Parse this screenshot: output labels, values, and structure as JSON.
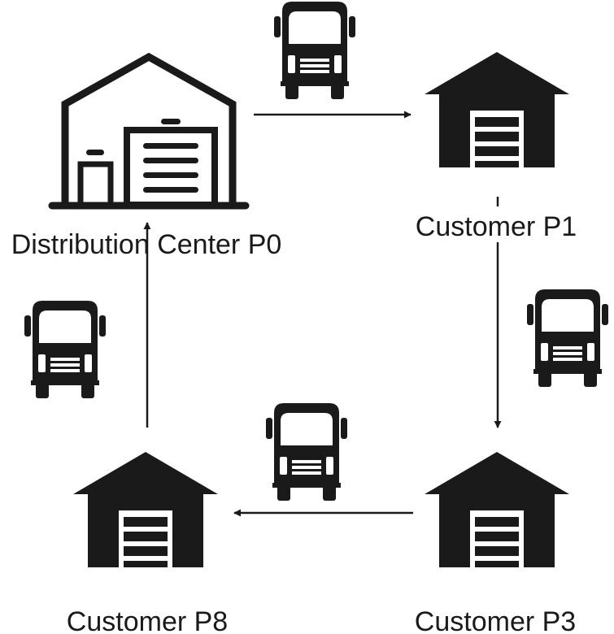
{
  "nodes": {
    "distribution_center": {
      "label": "Distribution Center P0",
      "icon": "warehouse-icon"
    },
    "customer_p1": {
      "label": "Customer P1",
      "icon": "house-icon"
    },
    "customer_p3": {
      "label": "Customer P3",
      "icon": "house-icon"
    },
    "customer_p8": {
      "label": "Customer P8",
      "icon": "house-icon"
    }
  },
  "route": [
    "Distribution Center P0",
    "Customer P1",
    "Customer P3",
    "Customer P8",
    "Distribution Center P0"
  ],
  "vehicle_icon": "truck-icon",
  "colors": {
    "ink": "#1a1a1a",
    "background": "#ffffff"
  }
}
